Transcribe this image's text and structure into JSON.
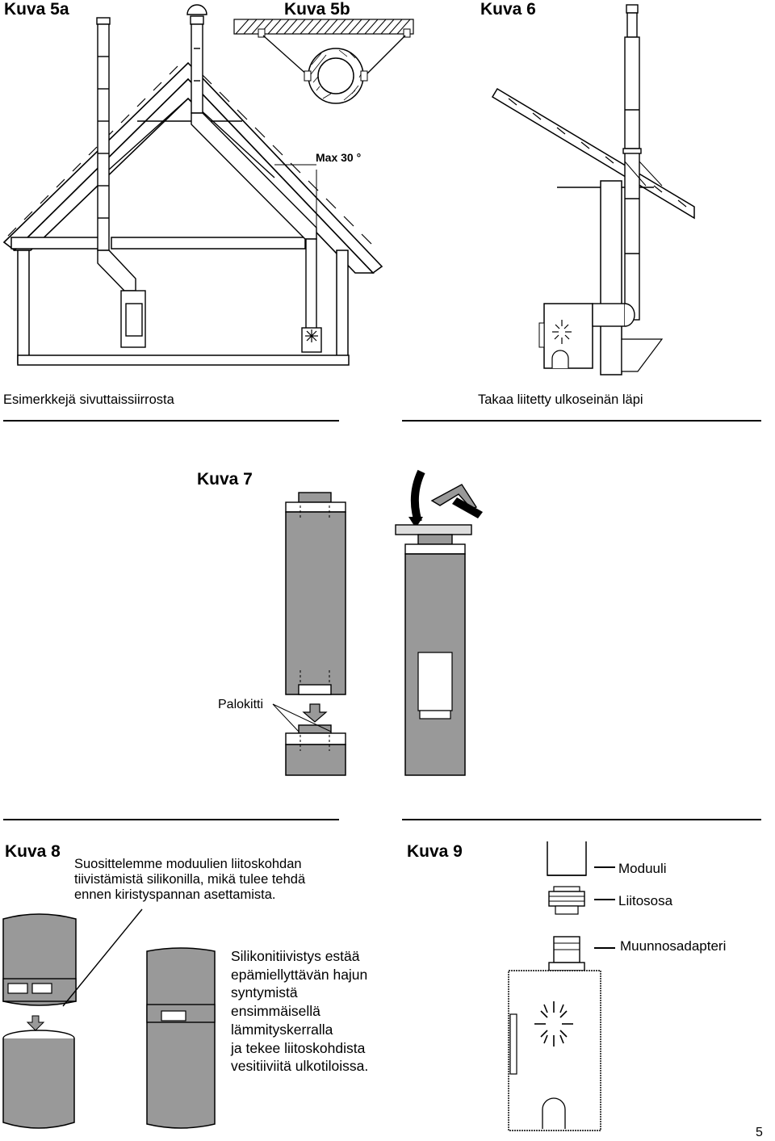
{
  "figures": {
    "kuva5a": "Kuva 5a",
    "kuva5b": "Kuva 5b",
    "kuva6": "Kuva 6",
    "kuva7": "Kuva 7",
    "kuva8": "Kuva 8",
    "kuva9": "Kuva 9"
  },
  "kuva5": {
    "angle_label": "Max 30 °",
    "caption": "Esimerkkejä sivuttaissiirrosta"
  },
  "kuva6": {
    "caption": "Takaa liitetty ulkoseinän läpi"
  },
  "kuva7": {
    "fire_putty_label": "Palokitti"
  },
  "kuva8": {
    "text_lines": [
      "Suosittelemme moduulien liitoskohdan",
      "tiivistämistä silikonilla, mikä tulee tehdä",
      "ennen kiristyspannan asettamista."
    ],
    "silicone_lines": [
      "Silikonitiivistys estää",
      "epämiellyttävän hajun",
      "syntymistä",
      "ensimmäisellä",
      "lämmityskerralla",
      "ja tekee liitoskohdista",
      "vesitiiviitä ulkotiloissa."
    ]
  },
  "kuva9": {
    "module_label": "Moduuli",
    "connector_label": "Liitososa",
    "adapter_label": "Muunnosadapteri"
  },
  "page_number": "5"
}
